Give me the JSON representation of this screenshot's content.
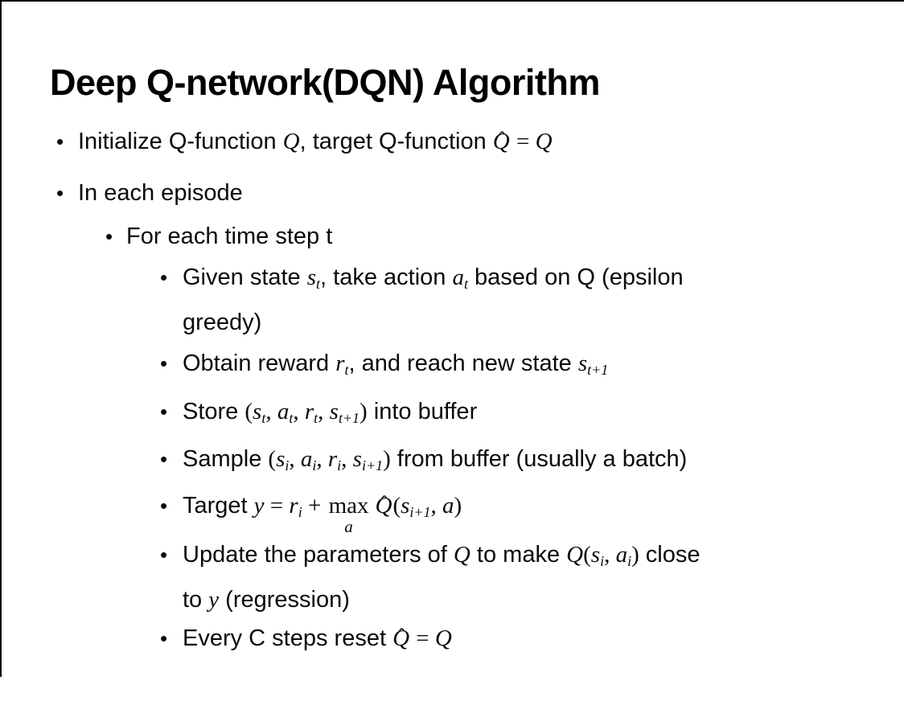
{
  "slide": {
    "title": "Deep Q-network(DQN) Algorithm",
    "text_color": "#000000",
    "background_color": "#ffffff",
    "border_color": "#000000",
    "bullets": [
      {
        "level": 1,
        "lines": [
          [
            {
              "k": "t",
              "v": "Initialize Q-function "
            },
            {
              "k": "m",
              "v": "Q"
            },
            {
              "k": "t",
              "v": ", target Q-function "
            },
            {
              "k": "h",
              "v": "Q"
            },
            {
              "k": "p",
              "v": " = "
            },
            {
              "k": "m",
              "v": "Q"
            }
          ]
        ]
      },
      {
        "level": 1,
        "lines": [
          [
            {
              "k": "t",
              "v": "In each episode"
            }
          ]
        ]
      },
      {
        "level": 2,
        "lines": [
          [
            {
              "k": "t",
              "v": "For each time step t"
            }
          ]
        ]
      },
      {
        "level": 3,
        "lines": [
          [
            {
              "k": "t",
              "v": "Given state "
            },
            {
              "k": "m",
              "v": "s"
            },
            {
              "k": "s",
              "v": "t"
            },
            {
              "k": "t",
              "v": ", take action "
            },
            {
              "k": "m",
              "v": "a"
            },
            {
              "k": "s",
              "v": "t"
            },
            {
              "k": "t",
              "v": " based on Q (epsilon"
            }
          ],
          [
            {
              "k": "t",
              "v": "greedy)"
            }
          ]
        ]
      },
      {
        "level": 3,
        "lines": [
          [
            {
              "k": "t",
              "v": "Obtain reward "
            },
            {
              "k": "m",
              "v": "r"
            },
            {
              "k": "s",
              "v": "t"
            },
            {
              "k": "t",
              "v": ", and reach new state "
            },
            {
              "k": "m",
              "v": "s"
            },
            {
              "k": "s",
              "v": "t+1"
            }
          ]
        ]
      },
      {
        "level": 3,
        "lines": [
          [
            {
              "k": "t",
              "v": "Store "
            },
            {
              "k": "p",
              "v": "("
            },
            {
              "k": "m",
              "v": "s"
            },
            {
              "k": "s",
              "v": "t"
            },
            {
              "k": "p",
              "v": ", "
            },
            {
              "k": "m",
              "v": "a"
            },
            {
              "k": "s",
              "v": "t"
            },
            {
              "k": "p",
              "v": ", "
            },
            {
              "k": "m",
              "v": "r"
            },
            {
              "k": "s",
              "v": "t"
            },
            {
              "k": "p",
              "v": ", "
            },
            {
              "k": "m",
              "v": "s"
            },
            {
              "k": "s",
              "v": "t+1"
            },
            {
              "k": "p",
              "v": ")"
            },
            {
              "k": "t",
              "v": " into buffer"
            }
          ]
        ]
      },
      {
        "level": 3,
        "lines": [
          [
            {
              "k": "t",
              "v": "Sample "
            },
            {
              "k": "p",
              "v": "("
            },
            {
              "k": "m",
              "v": "s"
            },
            {
              "k": "s",
              "v": "i"
            },
            {
              "k": "p",
              "v": ", "
            },
            {
              "k": "m",
              "v": "a"
            },
            {
              "k": "s",
              "v": "i"
            },
            {
              "k": "p",
              "v": ", "
            },
            {
              "k": "m",
              "v": "r"
            },
            {
              "k": "s",
              "v": "i"
            },
            {
              "k": "p",
              "v": ", "
            },
            {
              "k": "m",
              "v": "s"
            },
            {
              "k": "s",
              "v": "i+1"
            },
            {
              "k": "p",
              "v": ")"
            },
            {
              "k": "t",
              "v": " from buffer (usually a batch)"
            }
          ]
        ]
      },
      {
        "level": 3,
        "lines": [
          [
            {
              "k": "t",
              "v": "Target "
            },
            {
              "k": "m",
              "v": "y"
            },
            {
              "k": "p",
              "v": " = "
            },
            {
              "k": "m",
              "v": "r"
            },
            {
              "k": "s",
              "v": "i"
            },
            {
              "k": "p",
              "v": " + "
            },
            {
              "k": "max",
              "top": "max",
              "under": "a"
            },
            {
              "k": "h",
              "v": "Q"
            },
            {
              "k": "p",
              "v": "("
            },
            {
              "k": "m",
              "v": "s"
            },
            {
              "k": "s",
              "v": "i+1"
            },
            {
              "k": "p",
              "v": ", "
            },
            {
              "k": "m",
              "v": "a"
            },
            {
              "k": "p",
              "v": ")"
            }
          ]
        ]
      },
      {
        "level": 3,
        "lines": [
          [
            {
              "k": "t",
              "v": "Update the parameters of "
            },
            {
              "k": "m",
              "v": "Q"
            },
            {
              "k": "t",
              "v": " to make "
            },
            {
              "k": "m",
              "v": "Q"
            },
            {
              "k": "p",
              "v": "("
            },
            {
              "k": "m",
              "v": "s"
            },
            {
              "k": "s",
              "v": "i"
            },
            {
              "k": "p",
              "v": ", "
            },
            {
              "k": "m",
              "v": "a"
            },
            {
              "k": "s",
              "v": "i"
            },
            {
              "k": "p",
              "v": ")"
            },
            {
              "k": "t",
              "v": " close"
            }
          ],
          [
            {
              "k": "t",
              "v": "to "
            },
            {
              "k": "m",
              "v": "y"
            },
            {
              "k": "t",
              "v": " (regression)"
            }
          ]
        ]
      },
      {
        "level": 3,
        "lines": [
          [
            {
              "k": "t",
              "v": "Every C steps reset "
            },
            {
              "k": "h",
              "v": "Q"
            },
            {
              "k": "p",
              "v": " = "
            },
            {
              "k": "m",
              "v": "Q"
            }
          ]
        ]
      }
    ]
  }
}
